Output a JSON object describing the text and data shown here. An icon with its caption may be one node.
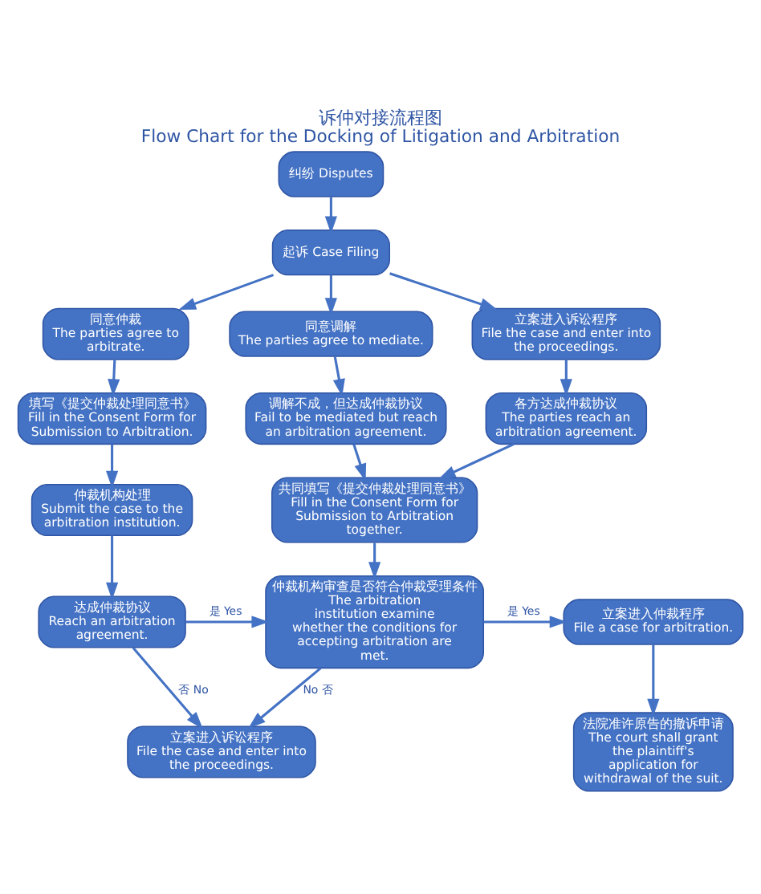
{
  "diagram": {
    "title": "诉仲对接流程图",
    "caption": "Flow Chart for the Docking of Litigation and Arbitration",
    "nodes": [
      {
        "text": [
          "纠纷 Disputes"
        ]
      },
      {
        "text": [
          "起诉 Case Filing"
        ]
      },
      {
        "text": [
          "同意仲裁",
          "The parties agree to arbitrate."
        ]
      },
      {
        "text": [
          "同意调解",
          "The parties agree to mediate."
        ]
      },
      {
        "text": [
          "立案进入诉讼程序",
          "File the case and enter into the proceedings."
        ]
      },
      {
        "text": [
          "填写《提交仲裁处理同意书》",
          "Fill in the Consent Form for Submission to Arbitration."
        ]
      },
      {
        "text": [
          "调解不成，但达成仲裁协议",
          "Fail to be mediated but reach an arbitration agreement."
        ]
      },
      {
        "text": [
          "各方达成仲裁协议",
          "The parties reach an arbitration agreement."
        ]
      },
      {
        "text": [
          "仲裁机构处理",
          "Submit the case to the arbitration institution."
        ]
      },
      {
        "text": [
          "共同填写《提交仲裁处理同意书》",
          "Fill in the Consent Form for Submission to Arbitration together."
        ]
      },
      {
        "text": [
          "达成仲裁协议",
          "Reach an arbitration agreement."
        ]
      },
      {
        "text": [
          "仲裁机构审查是否符合仲裁受理条件",
          "The arbitration institution examine whether the conditions for accepting arbitration are met."
        ]
      },
      {
        "text": [
          "立案进入仲裁程序",
          "File a case for arbitration."
        ]
      },
      {
        "text": [
          "法院准许原告的撤诉申请",
          "The court shall grant the plaintiff's application for withdrawal of the suit."
        ]
      },
      {
        "text": [
          "立案进入诉讼程序",
          "File the case and enter into the proceedings."
        ]
      }
    ],
    "edges": [
      {
        "from": 0,
        "to": 1,
        "arrow": "to"
      },
      {
        "from": 1,
        "to": 2,
        "arrow": "to"
      },
      {
        "from": 1,
        "to": 3,
        "arrow": "to"
      },
      {
        "from": 1,
        "to": 4,
        "arrow": "to"
      },
      {
        "from": 2,
        "to": 5,
        "arrow": "to"
      },
      {
        "from": 3,
        "to": 6,
        "arrow": "to"
      },
      {
        "from": 4,
        "to": 7,
        "arrow": "to"
      },
      {
        "from": 5,
        "to": 8,
        "arrow": "to"
      },
      {
        "from": 6,
        "to": 9,
        "arrow": "to"
      },
      {
        "from": 7,
        "to": 9,
        "arrow": "to"
      },
      {
        "from": 8,
        "to": 10,
        "arrow": "to"
      },
      {
        "from": 9,
        "to": 11,
        "arrow": "to"
      },
      {
        "from": 10,
        "to": 11,
        "arrow": "to",
        "label": "是 Yes"
      },
      {
        "from": 11,
        "to": 12,
        "arrow": "to",
        "label": "是 Yes"
      },
      {
        "from": 10,
        "to": 14,
        "arrow": "to",
        "label": "否 No"
      },
      {
        "from": 11,
        "to": 14,
        "arrow": "to",
        "label": "No 否"
      },
      {
        "from": 12,
        "to": 13,
        "arrow": "to"
      }
    ]
  }
}
